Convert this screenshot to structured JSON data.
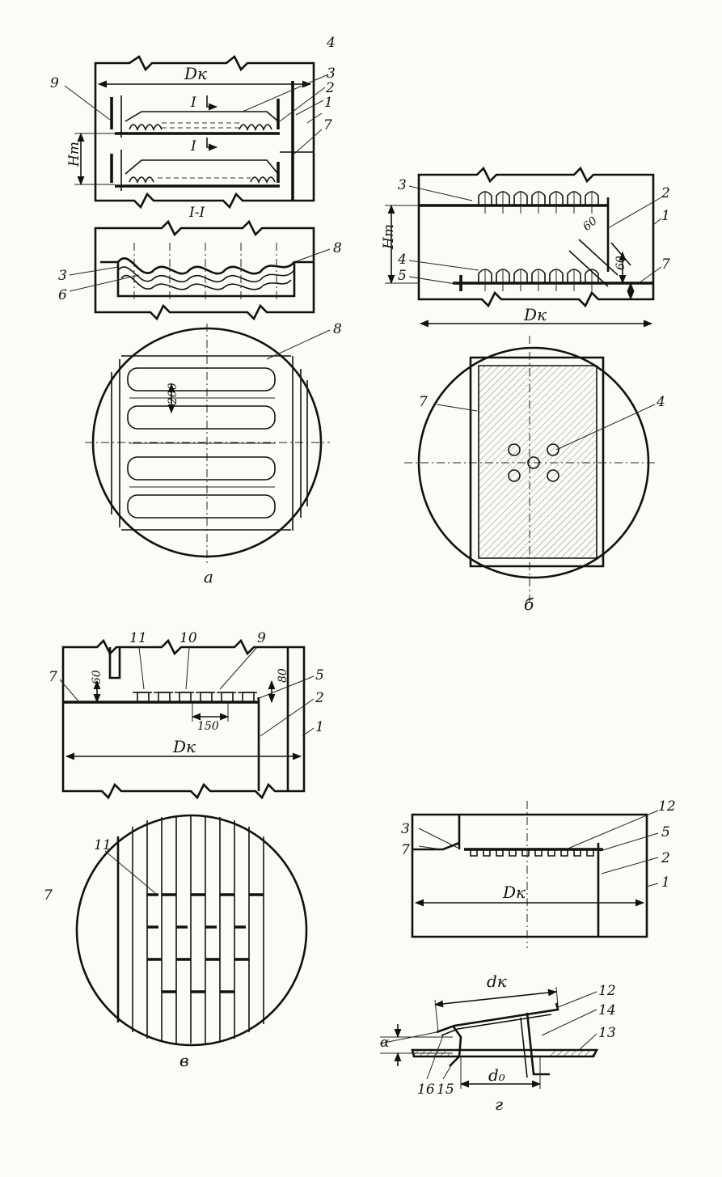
{
  "figures": {
    "a": {
      "caption": "а",
      "section_label": "I-I",
      "dim_diameter": "Dк",
      "dim_spacing": "Hт",
      "section_mark_top": "I",
      "section_mark_bottom": "I",
      "pitch": "200",
      "callouts": {
        "n9": "9",
        "n4": "4",
        "n3": "3",
        "n2": "2",
        "n1": "1",
        "n7": "7",
        "n8": "8",
        "n3b": "3",
        "n6": "6",
        "n8b": "8"
      }
    },
    "b": {
      "caption": "б",
      "dim_diameter": "Dк",
      "dim_spacing": "Hт",
      "dim_60a": "60",
      "dim_60b": "60",
      "callouts": {
        "n3": "3",
        "n2": "2",
        "n1": "1",
        "n4": "4",
        "n5": "5",
        "n7": "7",
        "n7b": "7",
        "n4b": "4"
      }
    },
    "v": {
      "caption": "в",
      "dim_diameter": "Dк",
      "dim_60": "60",
      "dim_80": "80",
      "dim_150": "150",
      "callouts": {
        "n11": "11",
        "n10": "10",
        "n9": "9",
        "n7": "7",
        "n5": "5",
        "n2": "2",
        "n1": "1",
        "n11b": "11",
        "n7b": "7"
      }
    },
    "g": {
      "caption": "г",
      "dim_diameter": "Dк",
      "dim_dk": "dк",
      "dim_do": "d₀",
      "angle": "α",
      "callouts": {
        "n3": "3",
        "n12": "12",
        "n7": "7",
        "n5": "5",
        "n2": "2",
        "n1": "1",
        "n12b": "12",
        "n14": "14",
        "n13": "13",
        "n16": "16",
        "n15": "15"
      }
    }
  },
  "colors": {
    "ink": "#111111",
    "paper": "#fbfbf8"
  }
}
